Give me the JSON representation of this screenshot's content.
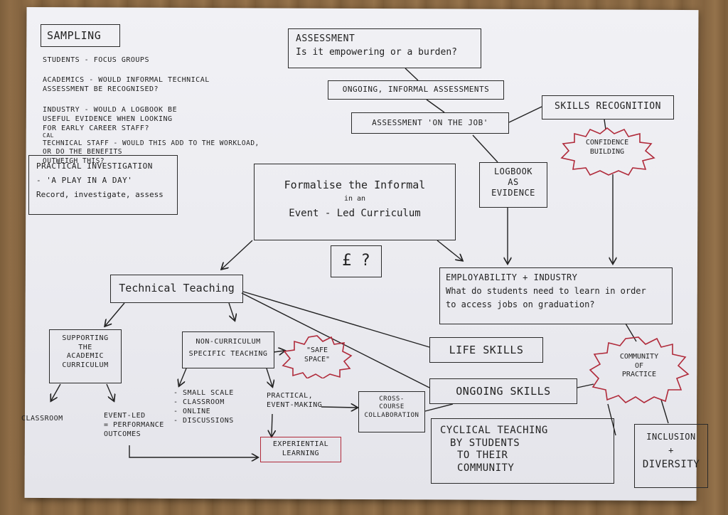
{
  "sampling": {
    "title": "Sampling",
    "students": "Students - Focus groups",
    "academics": "Academics - Would informal technical\nassessment be recognised?",
    "industry": "Industry - Would a logbook be\nuseful evidence when looking\nfor early career staff?",
    "technical_prefix": "cal",
    "technical": "Technical staff - Would this add to the workload,\nor do the benefits\noutweigh this?"
  },
  "practical": [
    "Practical Investigation",
    "- 'A play in a day'",
    "Record, investigate, assess"
  ],
  "assessment": [
    "Assessment",
    "Is it empowering or a burden?"
  ],
  "ongoing_informal": "Ongoing, informal assessments",
  "on_the_job": "Assessment 'on the job'",
  "skills_recognition": "Skills recognition",
  "confidence": [
    "Confidence",
    "building"
  ],
  "logbook": [
    "Logbook",
    "as",
    "evidence"
  ],
  "central": [
    "Formalise the Informal",
    "in an",
    "Event - Led Curriculum"
  ],
  "money": "£ ?",
  "employability": [
    "Employability + Industry",
    "What do students need to learn in order",
    "to access jobs on graduation?"
  ],
  "technical_teaching": "Technical Teaching",
  "supporting": [
    "Supporting",
    "the",
    "academic",
    "curriculum"
  ],
  "non_curriculum": [
    "Non-curriculum",
    "specific teaching"
  ],
  "safe_space": [
    "\"Safe",
    "space\""
  ],
  "life_skills": "Life skills",
  "community": [
    "Community",
    "of",
    "practice"
  ],
  "ongoing_skills": "Ongoing skills",
  "classroom": "Classroom",
  "event_led": "Event-led\n= performance\noutcomes",
  "small_scale": "- Small scale\n- Classroom\n- Online\n- Discussions",
  "practical_event": "Practical,\nevent-making",
  "cross_course": [
    "Cross-",
    "course",
    "collaboration"
  ],
  "experiential": [
    "Experiential",
    "learning"
  ],
  "cyclical": [
    "Cyclical teaching",
    "by students",
    "to their",
    "community"
  ],
  "inclusion": [
    "Inclusion",
    "+",
    "Diversity"
  ],
  "colors": {
    "ink": "#222222",
    "star_red": "#b02a3a",
    "paper": "#efeff3"
  }
}
